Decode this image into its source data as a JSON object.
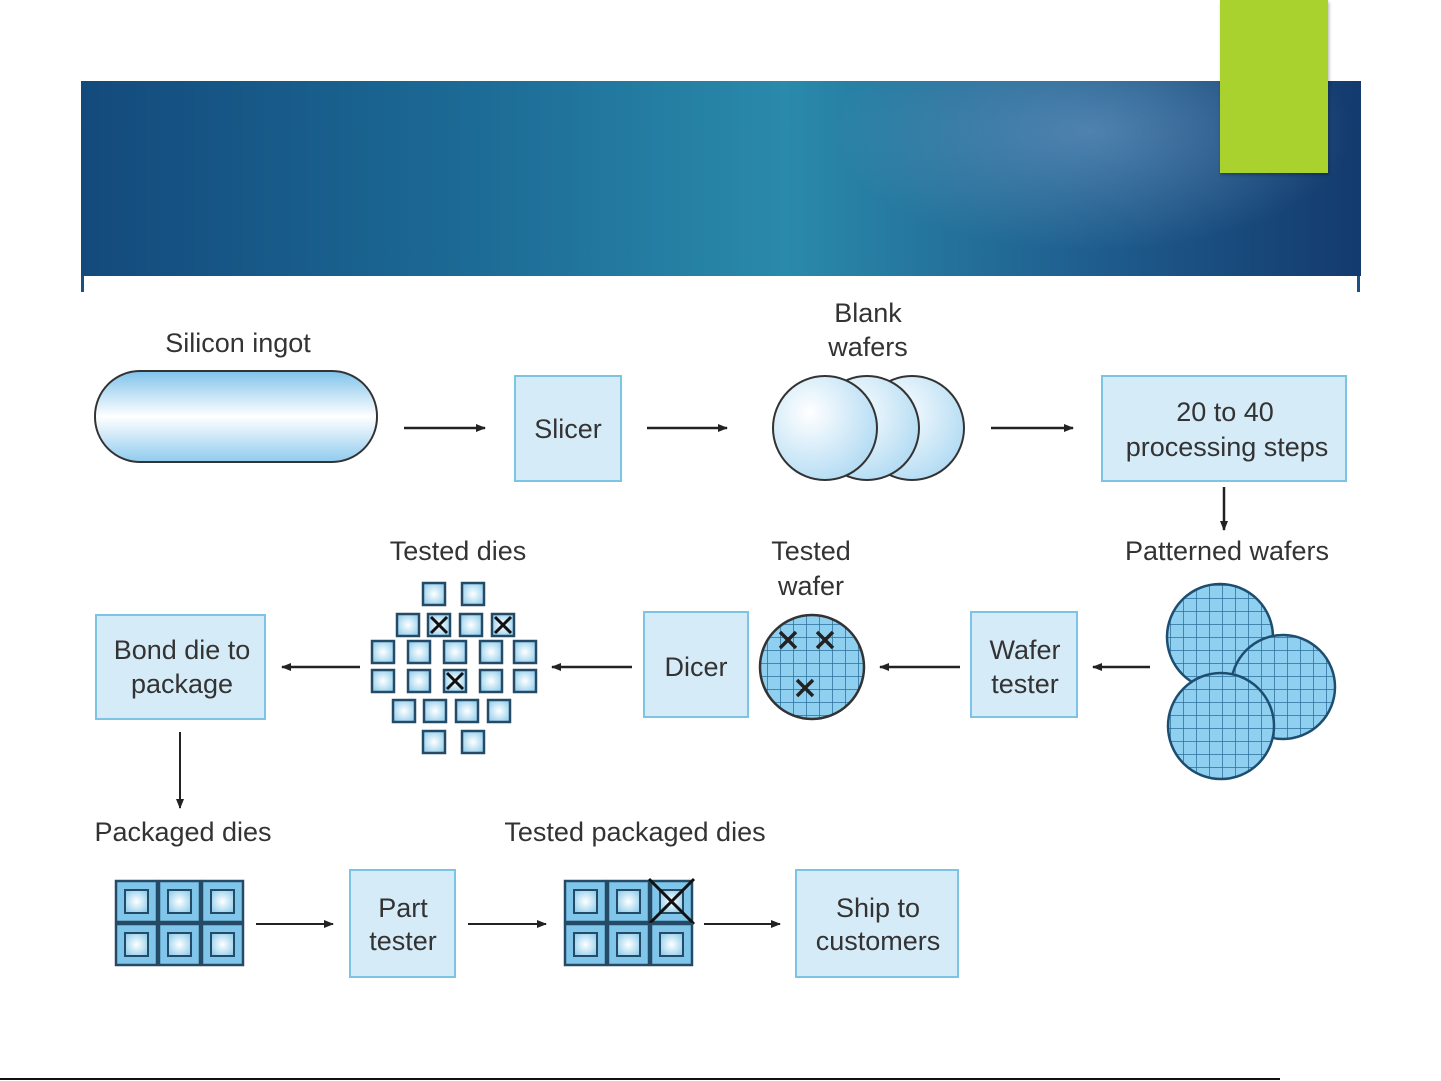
{
  "colors": {
    "header_band": "#1c6a95",
    "accent_tab": "#a9d22f",
    "box_fill": "#d6ebf8",
    "box_stroke": "#7cc4e4",
    "grid_fill": "#7fc6ea"
  },
  "diagram": {
    "labels": {
      "silicon_ingot": "Silicon ingot",
      "blank_wafers_1": "Blank",
      "blank_wafers_2": "wafers",
      "patterned_wafers": "Patterned wafers",
      "tested_wafer_1": "Tested",
      "tested_wafer_2": "wafer",
      "tested_dies": "Tested dies",
      "packaged_dies": "Packaged dies",
      "tested_packaged_dies": "Tested packaged dies"
    },
    "boxes": {
      "slicer": [
        "Slicer"
      ],
      "processing": [
        "20 to 40",
        "processing steps"
      ],
      "wafer_tester": [
        "Wafer",
        "tester"
      ],
      "dicer": [
        "Dicer"
      ],
      "bond": [
        "Bond die to",
        "package"
      ],
      "part_tester": [
        "Part",
        "tester"
      ],
      "ship": [
        "Ship to",
        "customers"
      ]
    }
  }
}
